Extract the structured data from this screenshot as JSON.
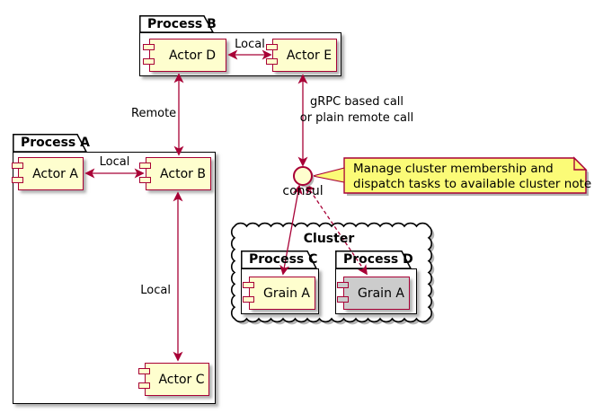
{
  "colors": {
    "component_fill": "#FEFECE",
    "component_border": "#A80036",
    "component_gray_fill": "#CCCCCC",
    "arrow_color": "#A80036",
    "note_fill": "#FBFB77",
    "note_border": "#A80036",
    "package_border": "#000000",
    "text_color": "#000000"
  },
  "packages": {
    "process_a": {
      "label": "Process A"
    },
    "process_b": {
      "label": "Process B"
    },
    "process_c": {
      "label": "Process C"
    },
    "process_d": {
      "label": "Process D"
    }
  },
  "components": {
    "actor_a": {
      "label": "Actor A"
    },
    "actor_b": {
      "label": "Actor B"
    },
    "actor_c": {
      "label": "Actor C"
    },
    "actor_d": {
      "label": "Actor D"
    },
    "actor_e": {
      "label": "Actor E"
    },
    "grain_c": {
      "label": "Grain A"
    },
    "grain_d": {
      "label": "Grain A"
    }
  },
  "cloud": {
    "label": "Cluster"
  },
  "interface": {
    "label": "consul"
  },
  "note": {
    "line1": "Manage cluster membership and",
    "line2": "dispatch tasks to available cluster note"
  },
  "edges": {
    "actor_d_actor_e": {
      "label": "Local"
    },
    "actor_a_actor_b": {
      "label": "Local"
    },
    "actor_d_actor_b": {
      "label": "Remote"
    },
    "actor_b_actor_c": {
      "label": "Local"
    },
    "actor_e_consul": {
      "line1": "gRPC based call",
      "line2": "or plain remote call"
    }
  }
}
